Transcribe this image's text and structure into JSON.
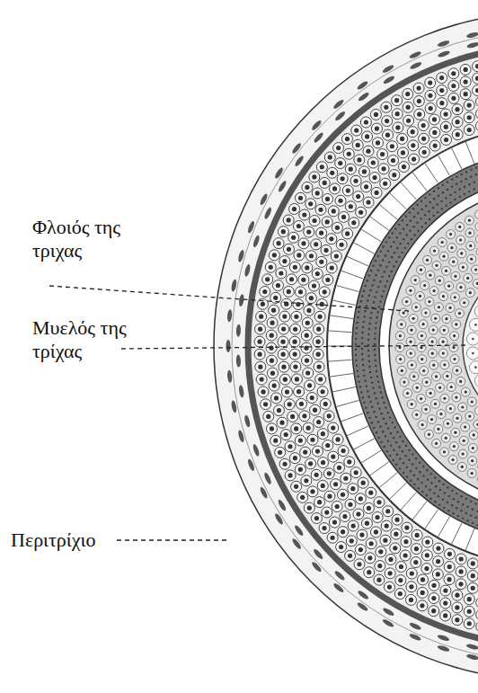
{
  "diagram": {
    "labels": [
      "Φλοιός της τριχας",
      "Μυελός της τρίχας",
      "Περιτρίχιο"
    ]
  }
}
